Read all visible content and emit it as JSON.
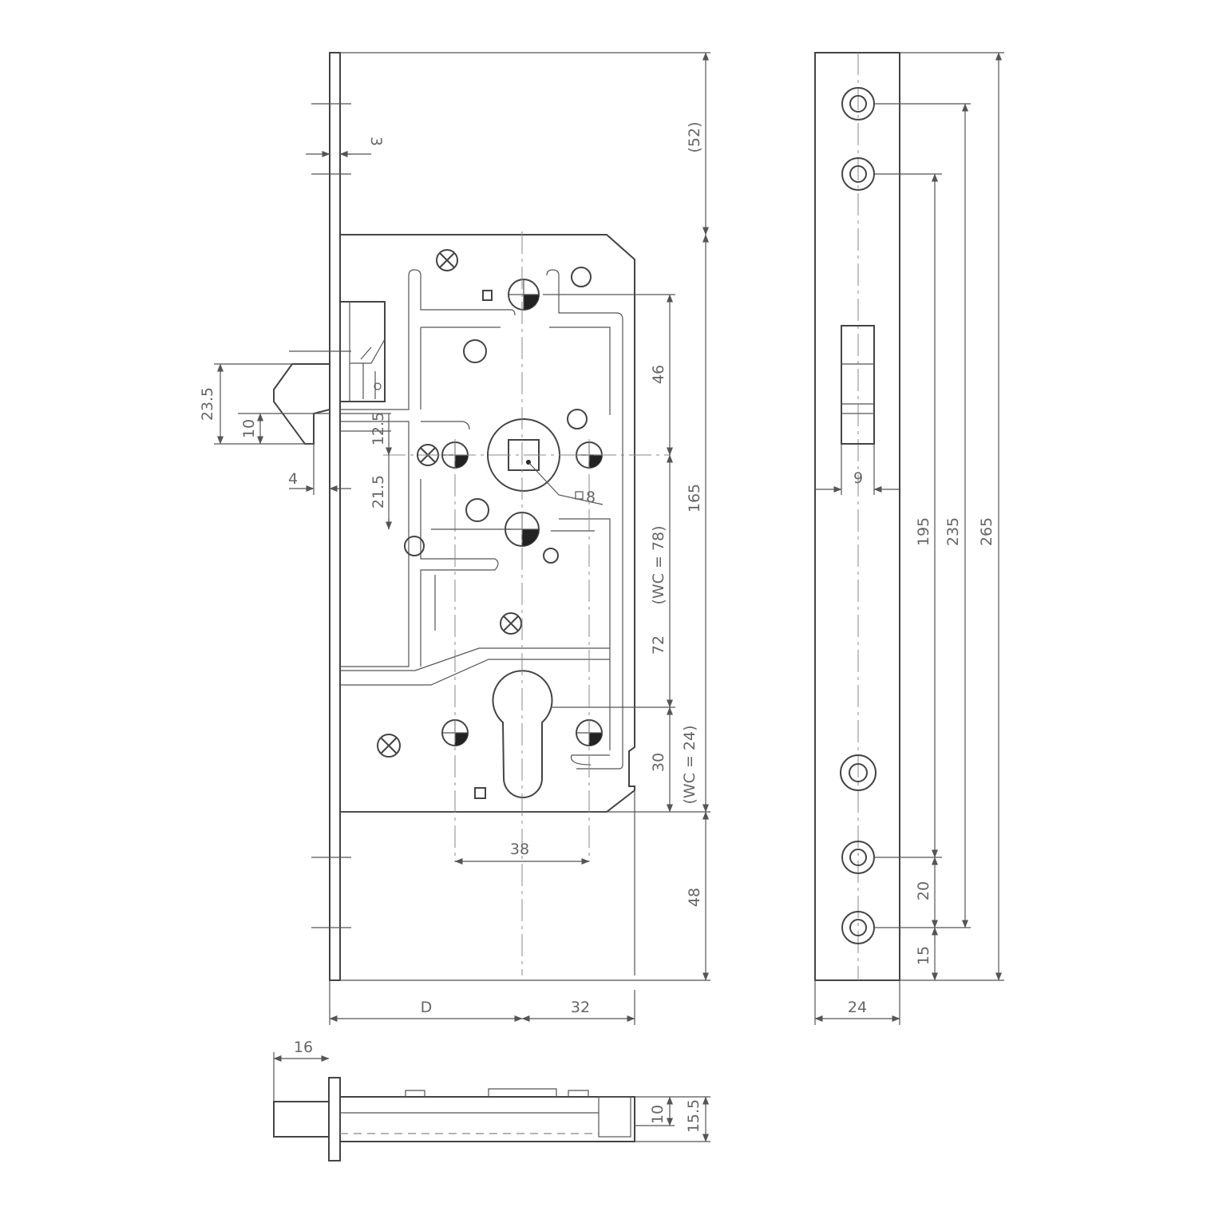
{
  "dimensions": {
    "plate_thickness": "3",
    "top_offset": "(52)",
    "latch_height": "23.5",
    "latch_center": "10",
    "offset_12_5": "12.5",
    "latch_projection": "4",
    "follower_distance": "21.5",
    "d46": "46",
    "d165": "165",
    "wc78": "(WC = 78)",
    "d72": "72",
    "d30": "30",
    "wc24": "(WC = 24)",
    "spindle": "8",
    "cyl_spacing": "38",
    "bottom_offset": "48",
    "backset": "D",
    "d32": "32",
    "bolt_throw": "16",
    "d10_bottom": "10",
    "d15_5": "15.5",
    "strike_9": "9",
    "d195": "195",
    "d235": "235",
    "d265": "265",
    "d20": "20",
    "d15": "15",
    "faceplate_width": "24"
  },
  "symbols": {
    "screw_holes": "circle-icon",
    "rivets": "cross-circle-icon",
    "quadrant_markers": "quadrant-circle-icon",
    "arrow_style": "arrowhead-icon"
  }
}
